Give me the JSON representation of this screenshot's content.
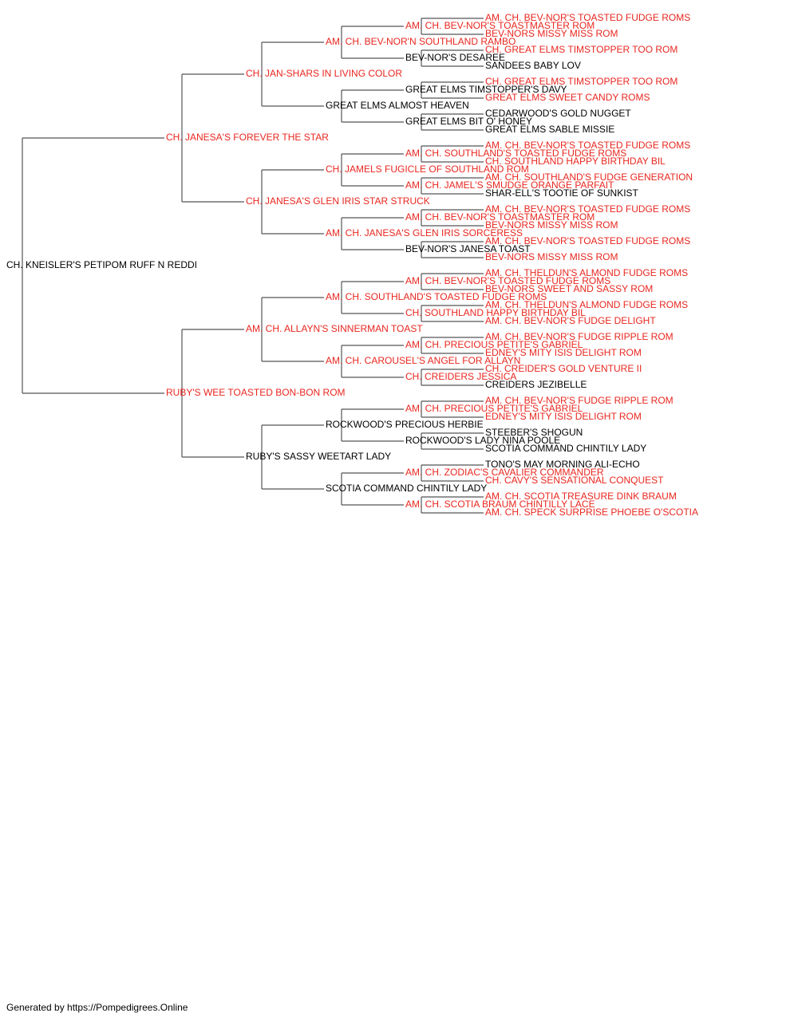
{
  "colors": {
    "titled": "#e8271f",
    "plain": "#000000",
    "line": "#555555"
  },
  "root": {
    "name": "CH. KNEISLER'S PETIPOM RUFF N REDDI",
    "titled": false
  },
  "generations": [
    [
      {
        "name": "CH. JANESA'S FOREVER THE STAR",
        "titled": true
      },
      {
        "name": "RUBY'S WEE TOASTED BON-BON ROM",
        "titled": true
      }
    ],
    [
      {
        "name": "CH. JAN-SHARS IN LIVING COLOR",
        "titled": true
      },
      {
        "name": "CH. JANESA'S GLEN IRIS STAR STRUCK",
        "titled": true
      },
      {
        "name": "AM. CH. ALLAYN'S SINNERMAN TOAST",
        "titled": true
      },
      {
        "name": "RUBY'S SASSY WEETART LADY",
        "titled": false
      }
    ],
    [
      {
        "name": "AM. CH. BEV-NOR'N SOUTHLAND RAMBO",
        "titled": true
      },
      {
        "name": "GREAT ELMS ALMOST HEAVEN",
        "titled": false
      },
      {
        "name": "CH. JAMELS FUGICLE OF SOUTHLAND ROM",
        "titled": true
      },
      {
        "name": "AM. CH. JANESA'S GLEN IRIS SORCERESS",
        "titled": true
      },
      {
        "name": "AM. CH. SOUTHLAND'S TOASTED FUDGE ROMS",
        "titled": true
      },
      {
        "name": "AM. CH. CAROUSEL'S ANGEL FOR ALLAYN",
        "titled": true
      },
      {
        "name": "ROCKWOOD'S PRECIOUS HERBIE",
        "titled": false
      },
      {
        "name": "SCOTIA COMMAND CHINTILY LADY",
        "titled": false
      }
    ],
    [
      {
        "name": "AM. CH. BEV-NOR'S TOASTMASTER ROM",
        "titled": true
      },
      {
        "name": "BEV-NOR'S DESAREE",
        "titled": false
      },
      {
        "name": "GREAT ELMS TIMSTOPPER'S DAVY",
        "titled": false
      },
      {
        "name": "GREAT ELMS BIT O' HONEY",
        "titled": false
      },
      {
        "name": "AM. CH. SOUTHLAND'S TOASTED FUDGE ROMS",
        "titled": true
      },
      {
        "name": "AM. CH. JAMEL'S SMUDGE ORANGE PARFAIT",
        "titled": true
      },
      {
        "name": "AM. CH. BEV-NOR'S TOASTMASTER ROM",
        "titled": true
      },
      {
        "name": "BEV-NOR'S JANESA TOAST",
        "titled": false
      },
      {
        "name": "AM. CH. BEV-NOR'S TOASTED FUDGE ROMS",
        "titled": true
      },
      {
        "name": "CH. SOUTHLAND HAPPY BIRTHDAY BIL",
        "titled": true
      },
      {
        "name": "AM. CH. PRECIOUS PETITE'S GABRIEL",
        "titled": true
      },
      {
        "name": "CH. CREIDERS JESSICA",
        "titled": true
      },
      {
        "name": "AM. CH. PRECIOUS PETITE'S GABRIEL",
        "titled": true
      },
      {
        "name": "ROCKWOOD'S LADY NINA POOLE",
        "titled": false
      },
      {
        "name": "AM. CH. ZODIAC'S CAVALIER COMMANDER",
        "titled": true
      },
      {
        "name": "AM. CH. SCOTIA BRAUM CHINTILLY LACE",
        "titled": true
      }
    ],
    [
      {
        "name": "AM. CH. BEV-NOR'S TOASTED FUDGE ROMS",
        "titled": true
      },
      {
        "name": "BEV-NORS MISSY MISS ROM",
        "titled": true
      },
      {
        "name": "CH. GREAT ELMS TIMSTOPPER TOO ROM",
        "titled": true
      },
      {
        "name": "SANDEES BABY LOV",
        "titled": false
      },
      {
        "name": "CH. GREAT ELMS TIMSTOPPER TOO ROM",
        "titled": true
      },
      {
        "name": "GREAT ELMS SWEET CANDY ROMS",
        "titled": true
      },
      {
        "name": "CEDARWOOD'S GOLD NUGGET",
        "titled": false
      },
      {
        "name": "GREAT ELMS SABLE MISSIE",
        "titled": false
      },
      {
        "name": "AM. CH. BEV-NOR'S TOASTED FUDGE ROMS",
        "titled": true
      },
      {
        "name": "CH. SOUTHLAND HAPPY BIRTHDAY BIL",
        "titled": true
      },
      {
        "name": "AM. CH. SOUTHLAND'S FUDGE GENERATION",
        "titled": true
      },
      {
        "name": "SHAR-ELL'S TOOTIE OF SUNKIST",
        "titled": false
      },
      {
        "name": "AM. CH. BEV-NOR'S TOASTED FUDGE ROMS",
        "titled": true
      },
      {
        "name": "BEV-NORS MISSY MISS ROM",
        "titled": true
      },
      {
        "name": "AM. CH. BEV-NOR'S TOASTED FUDGE ROMS",
        "titled": true
      },
      {
        "name": "BEV-NORS MISSY MISS ROM",
        "titled": true
      },
      {
        "name": "AM. CH. THELDUN'S ALMOND FUDGE ROMS",
        "titled": true
      },
      {
        "name": "BEV-NORS SWEET AND SASSY ROM",
        "titled": true
      },
      {
        "name": "AM. CH. THELDUN'S ALMOND FUDGE ROMS",
        "titled": true
      },
      {
        "name": "AM. CH. BEV-NOR'S FUDGE DELIGHT",
        "titled": true
      },
      {
        "name": "AM. CH. BEV-NOR'S FUDGE RIPPLE ROM",
        "titled": true
      },
      {
        "name": "EDNEY'S MITY ISIS DELIGHT ROM",
        "titled": true
      },
      {
        "name": "CH. CREIDER'S GOLD VENTURE II",
        "titled": true
      },
      {
        "name": "CREIDERS JEZIBELLE",
        "titled": false
      },
      {
        "name": "AM. CH. BEV-NOR'S FUDGE RIPPLE ROM",
        "titled": true
      },
      {
        "name": "EDNEY'S MITY ISIS DELIGHT ROM",
        "titled": true
      },
      {
        "name": "STEEBER'S SHOGUN",
        "titled": false
      },
      {
        "name": "SCOTIA COMMAND CHINTILY LADY",
        "titled": false
      },
      {
        "name": "TONO'S MAY MORNING ALI-ECHO",
        "titled": false
      },
      {
        "name": "CH. CAVY'S SENSATIONAL CONQUEST",
        "titled": true
      },
      {
        "name": "AM. CH. SCOTIA TREASURE DINK BRAUM",
        "titled": true
      },
      {
        "name": "AM. CH. SPECK SURPRISE PHOEBE O'SCOTIA",
        "titled": true
      }
    ]
  ],
  "footer": "Generated by https://Pompedigrees.Online"
}
